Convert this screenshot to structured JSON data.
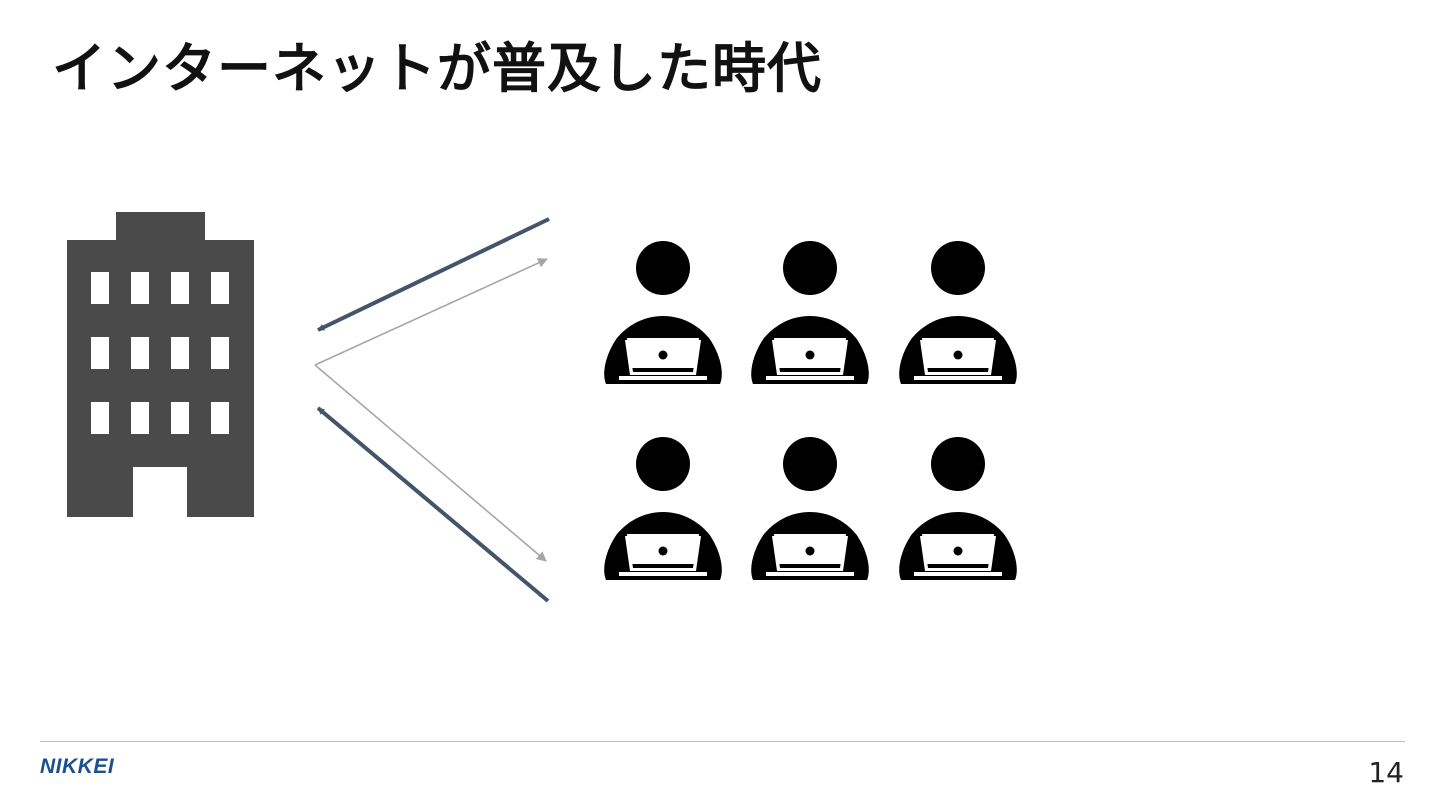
{
  "slide": {
    "title": "インターネットが普及した時代",
    "page_number": "14",
    "logo_text": "NIKKEI"
  },
  "diagram": {
    "icons": {
      "building": "office-building-icon",
      "user": "person-with-laptop-icon"
    },
    "user_count": 6,
    "colors": {
      "building": "#4a4a4a",
      "request_arrow": "#44546a",
      "response_arrow": "#a6a6a6",
      "user": "#000000"
    }
  }
}
